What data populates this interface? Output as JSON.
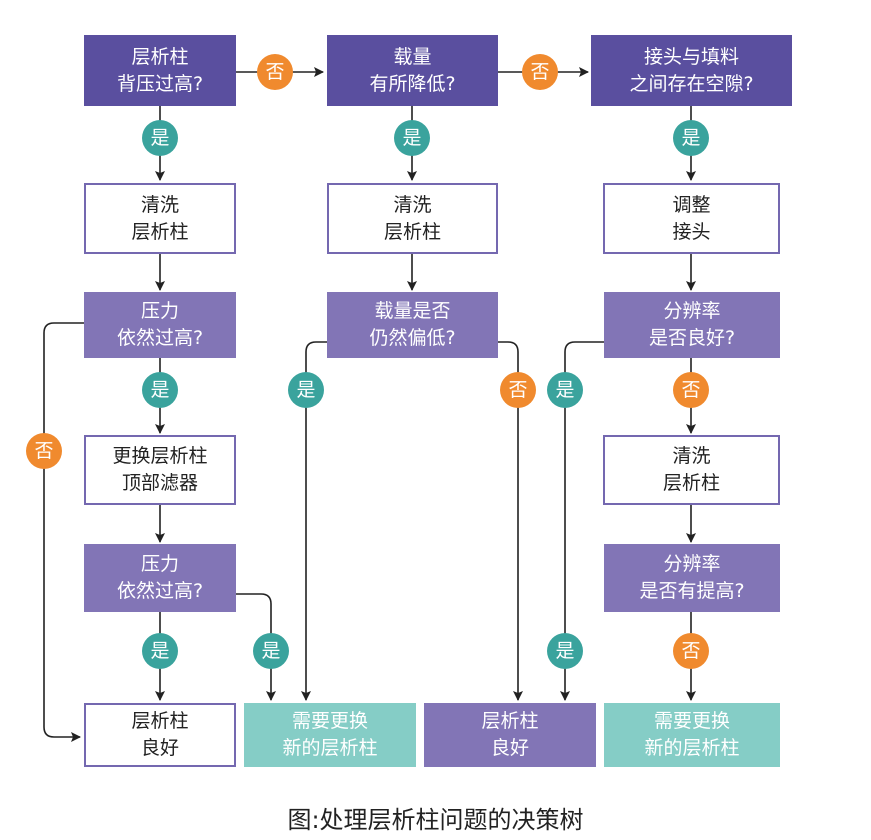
{
  "colors": {
    "decision_dark": "#5a4f9f",
    "decision": "#8275b6",
    "action_border": "#7468b0",
    "result_replace": "#85cdc6",
    "yes_badge": "#3aa39d",
    "no_badge": "#f08a2e"
  },
  "labels": {
    "yes": "是",
    "no": "否"
  },
  "nodes": {
    "c1_q": {
      "line1": "层析柱",
      "line2": "背压过高?"
    },
    "c2_q": {
      "line1": "载量",
      "line2": "有所降低?"
    },
    "c3_q": {
      "line1": "接头与填料",
      "line2": "之间存在空隙?"
    },
    "c1_clean": {
      "line1": "清洗",
      "line2": "层析柱"
    },
    "c2_clean": {
      "line1": "清洗",
      "line2": "层析柱"
    },
    "c3_adjust": {
      "line1": "调整",
      "line2": "接头"
    },
    "c1_q2": {
      "line1": "压力",
      "line2": "依然过高?"
    },
    "c2_q2": {
      "line1": "载量是否",
      "line2": "仍然偏低?"
    },
    "c3_q2": {
      "line1": "分辨率",
      "line2": "是否良好?"
    },
    "c1_filter": {
      "line1": "更换层析柱",
      "line2": "顶部滤器"
    },
    "c3_clean": {
      "line1": "清洗",
      "line2": "层析柱"
    },
    "c1_q3": {
      "line1": "压力",
      "line2": "依然过高?"
    },
    "c3_q3": {
      "line1": "分辨率",
      "line2": "是否有提高?"
    },
    "r_good1": {
      "line1": "层析柱",
      "line2": "良好"
    },
    "r_replace1": {
      "line1": "需要更换",
      "line2": "新的层析柱"
    },
    "r_good2": {
      "line1": "层析柱",
      "line2": "良好"
    },
    "r_replace2": {
      "line1": "需要更换",
      "line2": "新的层析柱"
    }
  },
  "caption": "图:处理层析柱问题的决策树"
}
